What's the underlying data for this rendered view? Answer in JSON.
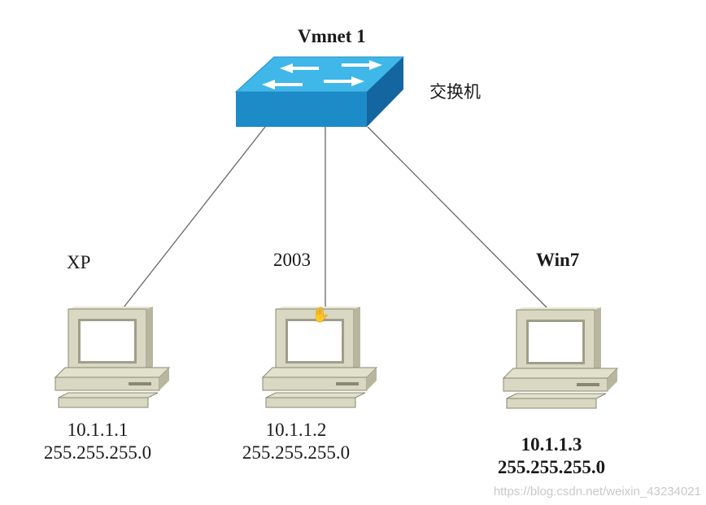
{
  "switch": {
    "name": "Vmnet 1",
    "type_label": "交换机"
  },
  "hosts": [
    {
      "name": "XP",
      "ip": "10.1.1.1",
      "mask": "255.255.255.0"
    },
    {
      "name": "2003",
      "ip": "10.1.1.2",
      "mask": "255.255.255.0"
    },
    {
      "name": "Win7",
      "ip": "10.1.1.3",
      "mask": "255.255.255.0"
    }
  ],
  "watermark": "https://blog.csdn.net/weixin_43234021",
  "colors": {
    "switch_top": "#38b2e6",
    "switch_front": "#1b86c4",
    "switch_side": "#146aa3",
    "computer_body": "#d9d8c2",
    "computer_shadow": "#b8b69f",
    "screen": "#ffffff",
    "line": "#555555"
  }
}
